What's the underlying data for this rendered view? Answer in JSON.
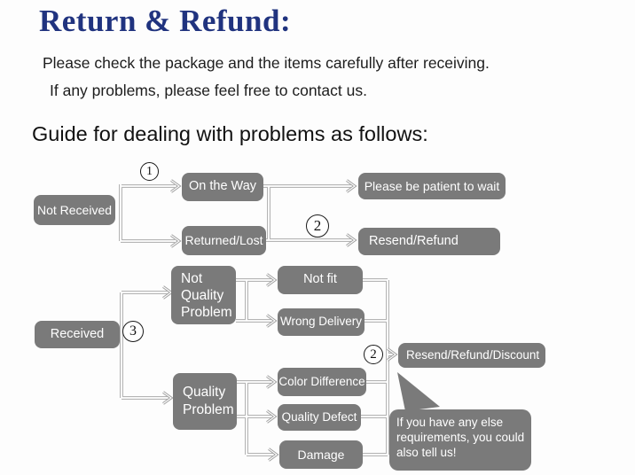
{
  "page": {
    "title": "Return & Refund:",
    "intro_line1": "Please check the package and the items carefully after receiving.",
    "intro_line2": "If any problems, please feel free to contact us.",
    "section_heading": "Guide for dealing with problems as follows:"
  },
  "colors": {
    "title_blue": "#20337f",
    "node_gray": "#7a7a7a",
    "node_text": "#ffffff",
    "connector_gray": "#b4b4b4",
    "body_text": "#1d1d1d"
  },
  "nodes": {
    "not_received": "Not Received",
    "on_the_way": "On the Way",
    "returned_lost": "Returned/Lost",
    "please_wait": "Please be patient to wait",
    "resend_refund": "Resend/Refund",
    "received": "Received",
    "not_quality_problem": [
      "Not",
      "Quality",
      "Problem"
    ],
    "not_fit": "Not fit",
    "wrong_delivery": "Wrong Delivery",
    "quality_problem": [
      "Quality",
      "Problem"
    ],
    "color_difference": "Color Difference",
    "quality_defect": "Quality Defect",
    "damage": "Damage",
    "resend_refund_discount": "Resend/Refund/Discount"
  },
  "markers": {
    "step1": "1",
    "step2": "2",
    "step3": "3",
    "step2_final": "2"
  },
  "note_bubble": {
    "lines": [
      "If you have any else",
      "requirements, you could",
      "also tell us!"
    ]
  }
}
